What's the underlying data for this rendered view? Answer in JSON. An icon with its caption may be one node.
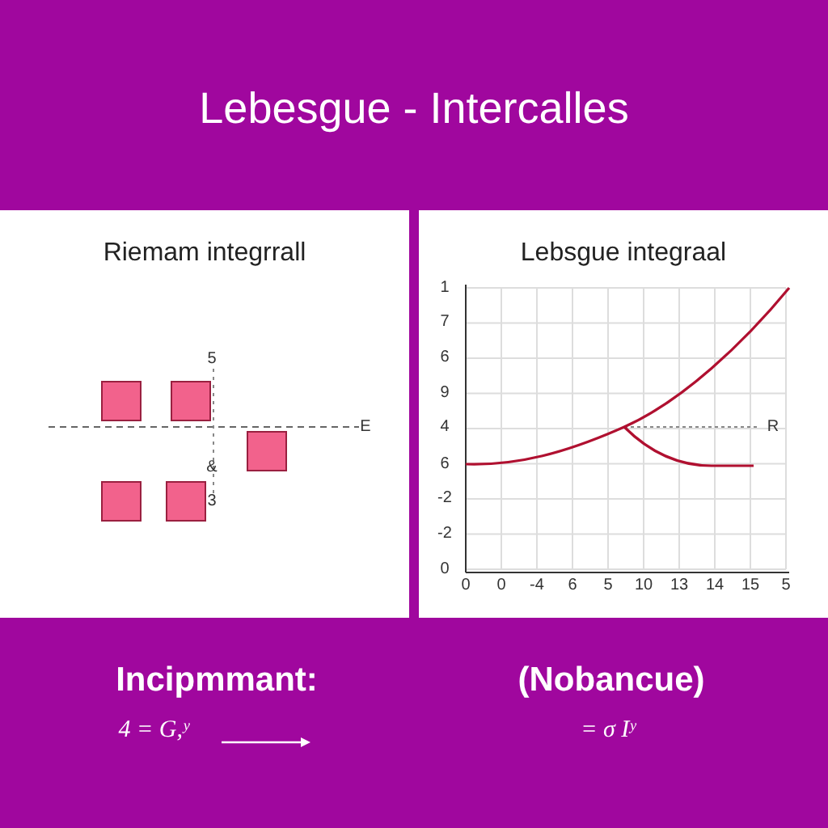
{
  "diagram": {
    "title": "Lebesgue - Intercalles",
    "nodes": [
      {
        "text": [
          "Riemam integrrall"
        ]
      },
      {
        "text": [
          "Lebsgue integraal"
        ]
      }
    ],
    "labels": [
      "5",
      "E",
      "&",
      "3",
      "1",
      "7",
      "6",
      "9",
      "4",
      "6",
      "-2",
      "-2",
      "0",
      "0",
      "0",
      "-4",
      "6",
      "5",
      "10",
      "13",
      "14",
      "15",
      "5",
      "R",
      "Incipmmant:",
      "4 = G,ʸ",
      "(Nobancue)",
      "= σ Iʸ"
    ]
  }
}
